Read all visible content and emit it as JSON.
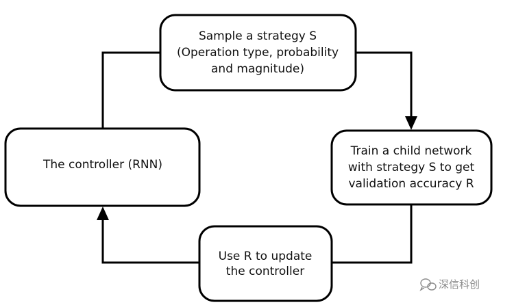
{
  "nodes": {
    "sample": {
      "lines": [
        "Sample a strategy S",
        "(Operation type, probability",
        "and magnitude)"
      ]
    },
    "train": {
      "lines": [
        "Train a child network",
        "with strategy S to get",
        "validation accuracy R"
      ]
    },
    "update": {
      "lines": [
        "Use R to update",
        "the controller"
      ]
    },
    "controller": {
      "lines": [
        "The controller (RNN)"
      ]
    }
  },
  "watermark": {
    "text": "深信科创"
  },
  "colors": {
    "stroke": "#000000",
    "fill": "#ffffff",
    "text": "#111111",
    "watermark": "#8a8a8a"
  }
}
